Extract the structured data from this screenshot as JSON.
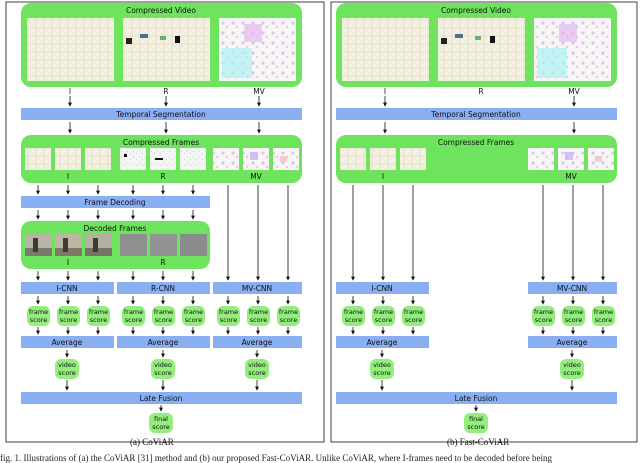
{
  "colors": {
    "bar": "#8aaef2",
    "panel": "#6ee35e",
    "pill": "#93ee7e",
    "frame_bg": "#f4f4ea",
    "line": "#111111"
  },
  "left": {
    "caption": "(a) CoViAR",
    "compressed_video": "Compressed Video",
    "temporal_segmentation": "Temporal Segmentation",
    "compressed_frames": "Compressed Frames",
    "frame_decoding": "Frame Decoding",
    "decoded_frames": "Decoded Frames",
    "late_fusion": "Late Fusion",
    "input_labels": [
      "I",
      "R",
      "MV"
    ],
    "frame_labels": [
      "I",
      "R",
      "MV"
    ],
    "decoded_labels": [
      "I",
      "R"
    ],
    "cnn_labels": [
      "I-CNN",
      "R-CNN",
      "MV-CNN"
    ],
    "average_label": "Average",
    "frame_score": "frame score",
    "video_score": "video score",
    "final_score": "final score"
  },
  "right": {
    "caption": "(b) Fast-CoViAR",
    "compressed_video": "Compressed Video",
    "temporal_segmentation": "Temporal Segmentation",
    "compressed_frames": "Compressed Frames",
    "late_fusion": "Late Fusion",
    "input_labels": [
      "I",
      "R",
      "MV"
    ],
    "frame_labels": [
      "I",
      "MV"
    ],
    "cnn_labels": [
      "I-CNN",
      "MV-CNN"
    ],
    "average_label": "Average",
    "frame_score": "frame score",
    "video_score": "video score",
    "final_score": "final score"
  },
  "figure_note": "fig. 1. Illustrations of (a) the CoViAR [31] method and (b) our proposed Fast-CoViAR. Unlike CoViAR, where I-frames need to be decoded before being"
}
